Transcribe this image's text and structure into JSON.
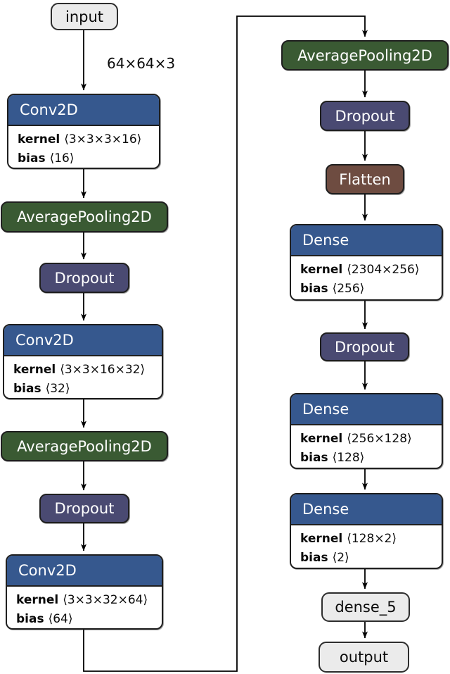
{
  "colors": {
    "conv_dense_header": "#36588e",
    "pooling_fill": "#3a5a33",
    "dropout_fill": "#4a4a72",
    "flatten_fill": "#6e4c41",
    "terminal_fill": "#ebebeb",
    "card_body_fill": "#ffffff",
    "border": "#1f1f1f",
    "edge_stroke": "#000000"
  },
  "edge_label": "64×64×3",
  "nodes": {
    "input": {
      "label": "input"
    },
    "conv1": {
      "title": "Conv2D",
      "kernel_key": "kernel",
      "kernel_val": "⟨3×3×3×16⟩",
      "bias_key": "bias",
      "bias_val": "⟨16⟩"
    },
    "pool1": {
      "title": "AveragePooling2D"
    },
    "drop1": {
      "title": "Dropout"
    },
    "conv2": {
      "title": "Conv2D",
      "kernel_key": "kernel",
      "kernel_val": "⟨3×3×16×32⟩",
      "bias_key": "bias",
      "bias_val": "⟨32⟩"
    },
    "pool2": {
      "title": "AveragePooling2D"
    },
    "drop2": {
      "title": "Dropout"
    },
    "conv3": {
      "title": "Conv2D",
      "kernel_key": "kernel",
      "kernel_val": "⟨3×3×32×64⟩",
      "bias_key": "bias",
      "bias_val": "⟨64⟩"
    },
    "pool3": {
      "title": "AveragePooling2D"
    },
    "drop3": {
      "title": "Dropout"
    },
    "flatten": {
      "title": "Flatten"
    },
    "dense1": {
      "title": "Dense",
      "kernel_key": "kernel",
      "kernel_val": "⟨2304×256⟩",
      "bias_key": "bias",
      "bias_val": "⟨256⟩"
    },
    "drop4": {
      "title": "Dropout"
    },
    "dense2": {
      "title": "Dense",
      "kernel_key": "kernel",
      "kernel_val": "⟨256×128⟩",
      "bias_key": "bias",
      "bias_val": "⟨128⟩"
    },
    "dense3": {
      "title": "Dense",
      "kernel_key": "kernel",
      "kernel_val": "⟨128×2⟩",
      "bias_key": "bias",
      "bias_val": "⟨2⟩"
    },
    "dense5": {
      "label": "dense_5"
    },
    "output": {
      "label": "output"
    }
  }
}
